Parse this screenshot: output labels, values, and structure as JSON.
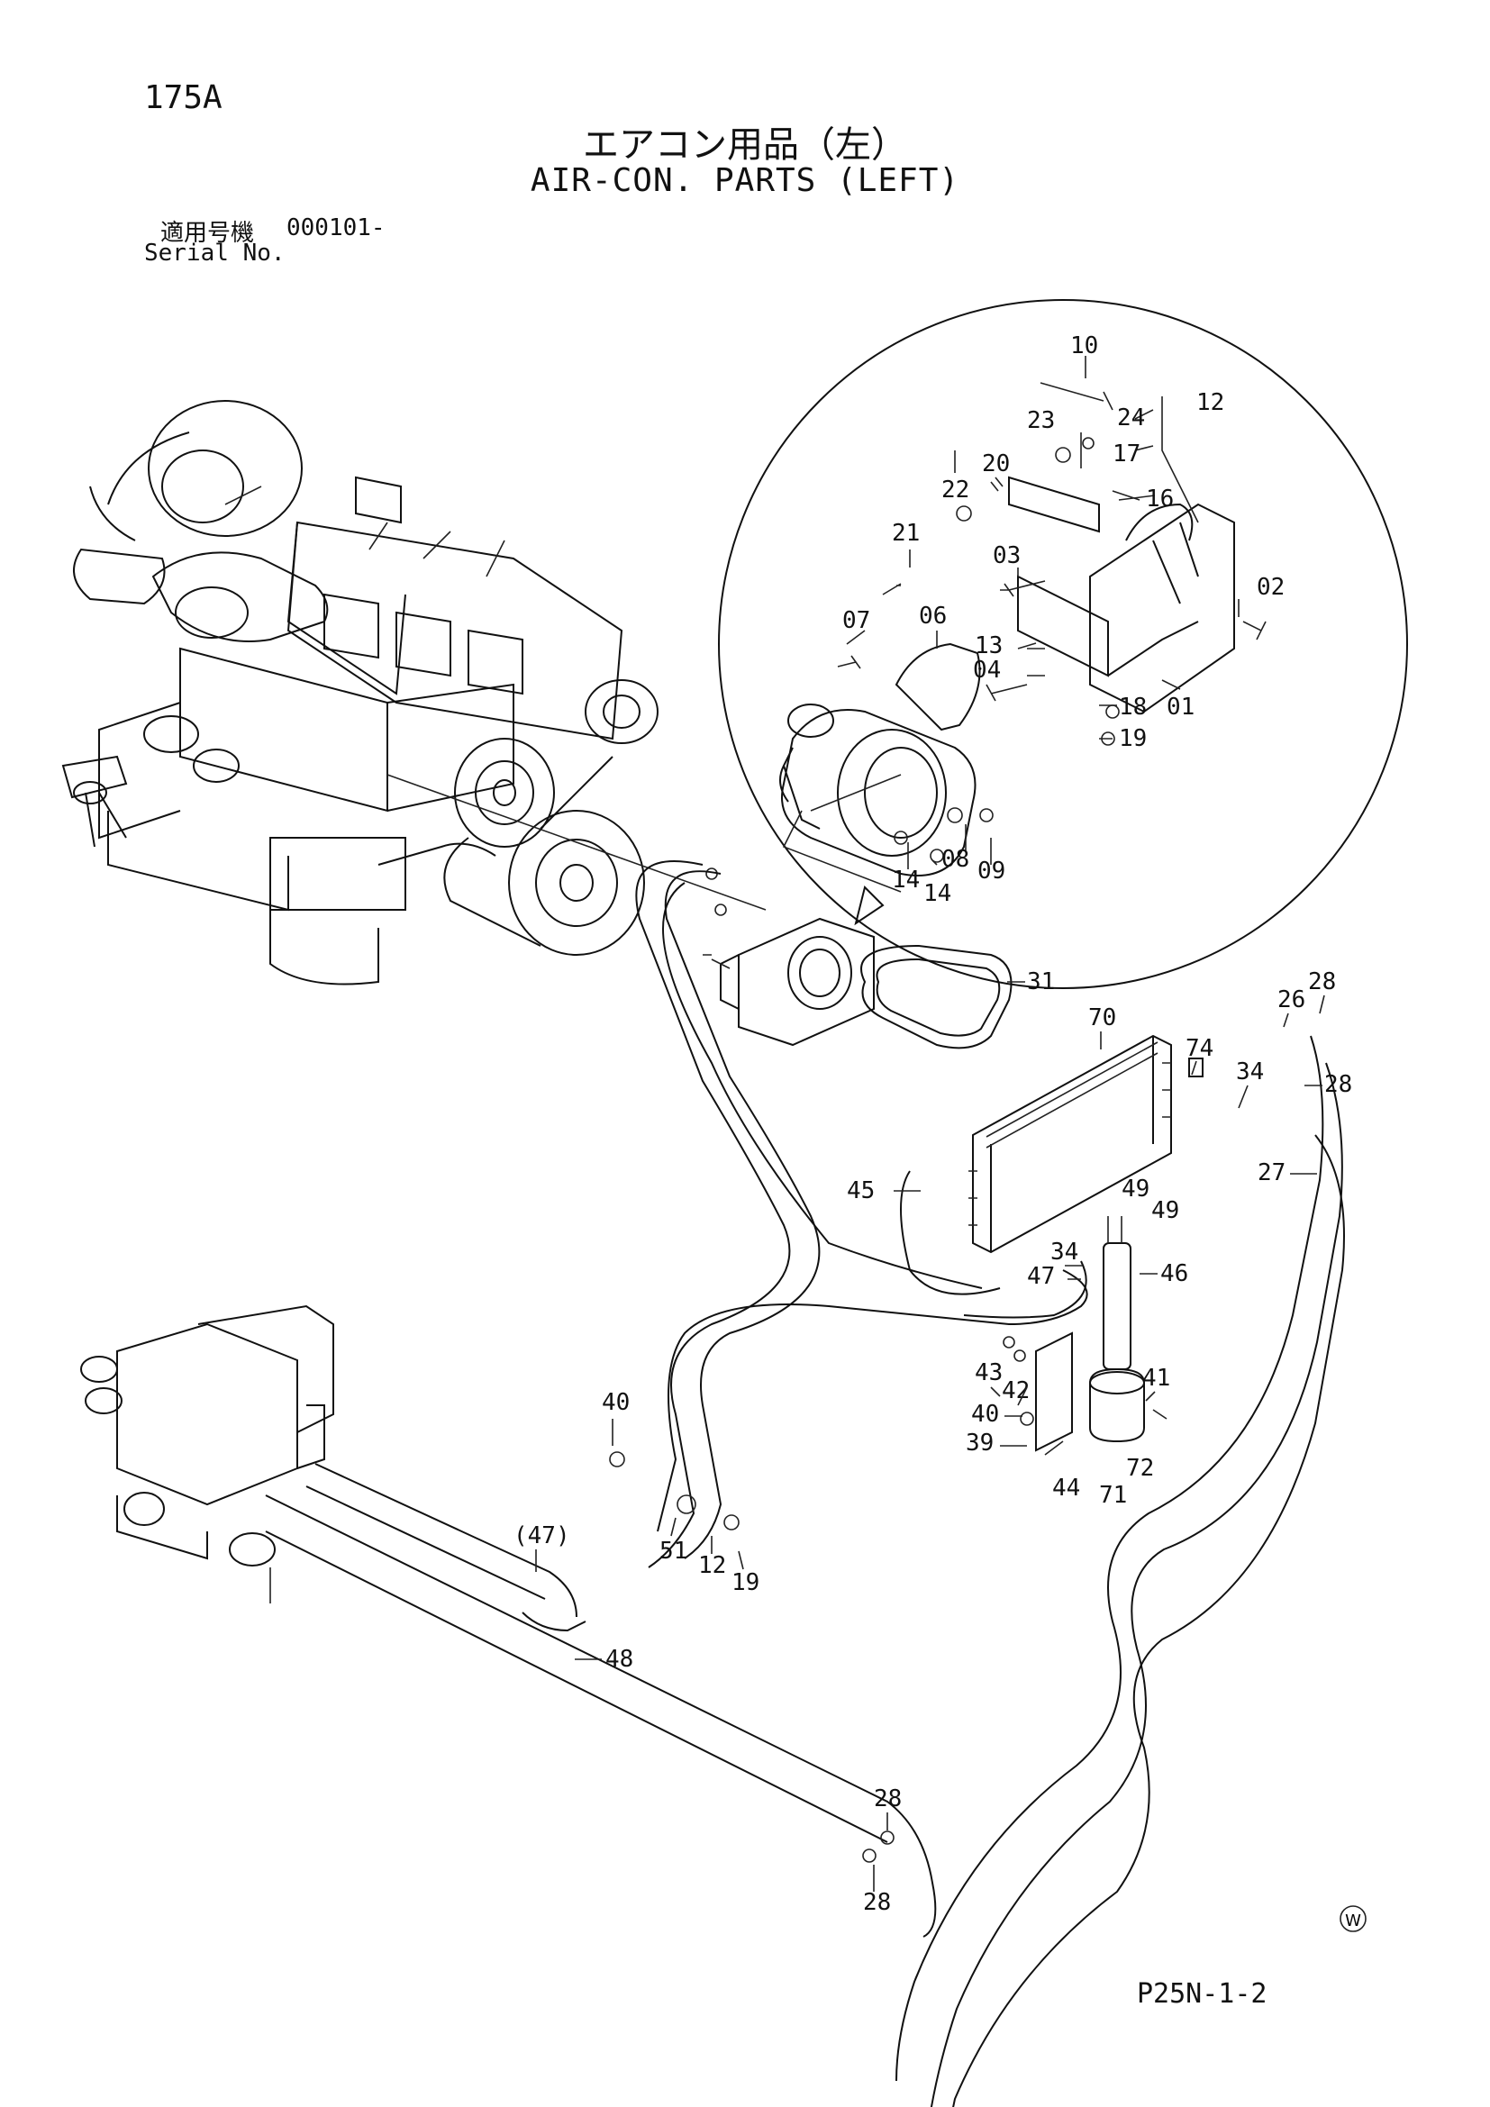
{
  "header": {
    "page_number": "175A",
    "title_jp": "エアコン用品（左）",
    "title_en": "AIR-CON. PARTS (LEFT)",
    "serial_label_jp": "適用号機",
    "serial_value": "000101-",
    "serial_label_en": "Serial No."
  },
  "footer": {
    "diagram_code": "P25N-1-2",
    "watermark_symbol": "W"
  },
  "callouts": {
    "detail": [
      "10",
      "12",
      "23",
      "24",
      "17",
      "20",
      "16",
      "22",
      "21",
      "03",
      "02",
      "07",
      "06",
      "13",
      "04",
      "18",
      "01",
      "19",
      "08",
      "09",
      "14",
      "14"
    ],
    "main": [
      "31",
      "70",
      "74",
      "34",
      "26",
      "28",
      "28",
      "27",
      "45",
      "49",
      "49",
      "34",
      "47",
      "46",
      "43",
      "42",
      "41",
      "40",
      "39",
      "72",
      "44",
      "71",
      "40",
      "51",
      "12",
      "19",
      "(47)",
      "48",
      "28",
      "28"
    ]
  },
  "icons": {
    "engine": "engine-assembly-icon",
    "compressor": "ac-compressor-icon",
    "condenser": "condenser-icon",
    "receiver_drier": "receiver-drier-icon",
    "heater_unit": "heater-unit-icon",
    "drive_belt": "drive-belt-icon"
  }
}
